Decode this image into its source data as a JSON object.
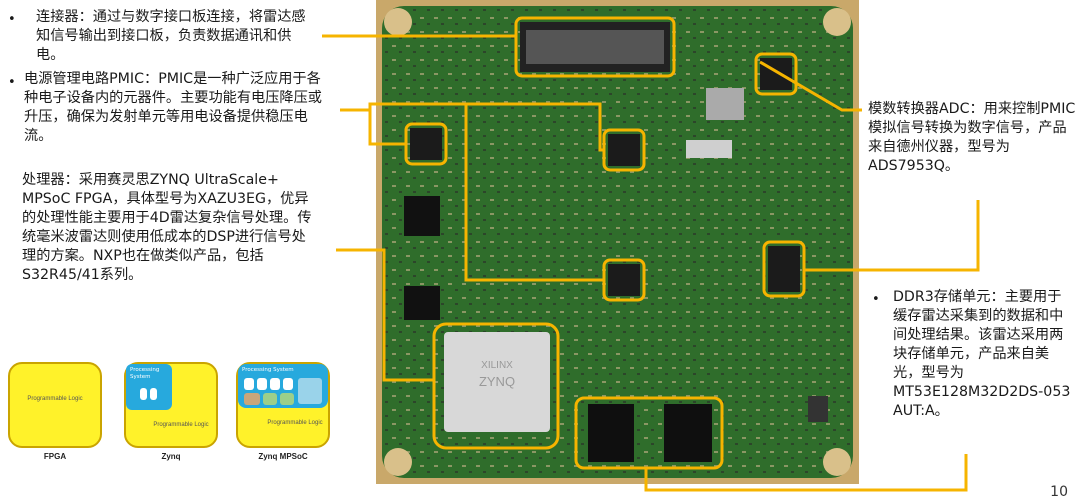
{
  "left": {
    "connector": "连接器：通过与数字接口板连接，将雷达感知信号输出到接口板，负责数据通讯和供电。",
    "pmic": "电源管理电路PMIC：PMIC是一种广泛应用于各种电子设备内的元器件。主要功能有电压降压或升压，确保为发射单元等用电设备提供稳压电流。",
    "processor": "处理器：采用赛灵思ZYNQ UltraScale+ MPSoC FPGA，具体型号为XAZU3EG，优异的处理性能主要用于4D雷达复杂信号处理。传统毫米波雷达则使用低成本的DSP进行信号处理的方案。NXP也在做类似产品，包括S32R45/41系列。"
  },
  "right": {
    "adc": "模数转换器ADC：用来控制PMIC模拟信号转换为数字信号，产品来自德州仪器，型号为ADS7953Q。",
    "ddr": "DDR3存储单元：主要用于缓存雷达采集到的数据和中间处理结果。该雷达采用两块存储单元，产品来自美光，型号为MT53E128M32D2DS-053 AUT:A。"
  },
  "diagrams": [
    {
      "caption": "FPGA",
      "pl": "Programmable Logic"
    },
    {
      "caption": "Zynq",
      "ps": "Processing System",
      "pl": "Programmable Logic"
    },
    {
      "caption": "Zynq MPSoC",
      "ps": "Processing System",
      "pl": "Programmable Logic"
    }
  ],
  "board": {
    "chip_brand": "XILINX",
    "chip_name": "ZYNQ"
  },
  "page_number": "10",
  "colors": {
    "highlight": "#f6b400",
    "pcb": "#2e6b2a"
  }
}
